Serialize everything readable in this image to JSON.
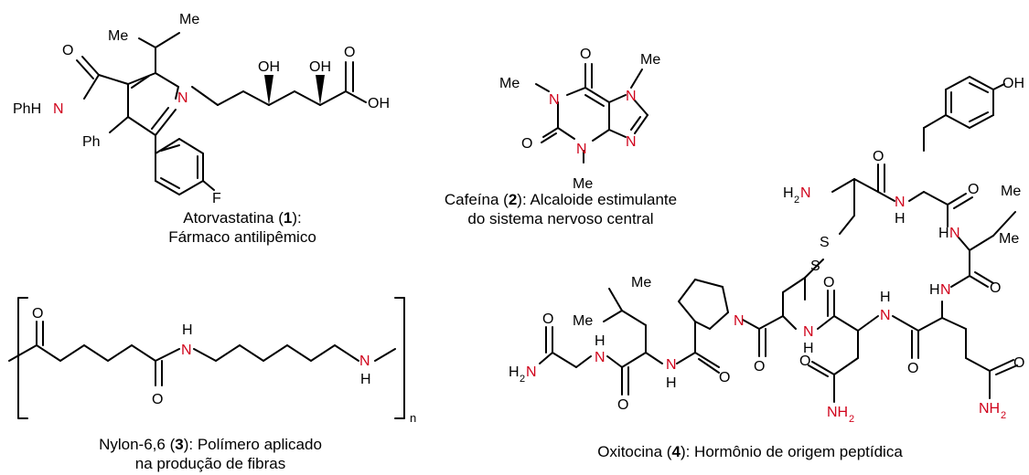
{
  "colors": {
    "bond": "#000000",
    "heteroatom_n": "#d0021b",
    "label": "#000000"
  },
  "molecules": [
    {
      "id": "atorvastatina",
      "name": "Atorvastatina",
      "number": "1",
      "caption_line1_suffix": "):",
      "caption_line2": "Fármaco antilipêmico",
      "atoms": {
        "me": "Me",
        "oh1": "OH",
        "oh2": "OH",
        "o_acid": "O",
        "oh_acid": "OH",
        "o_amide": "O",
        "ph_amide": "PhH",
        "n_amide": "N",
        "n_ring": "N",
        "ph": "Ph",
        "f": "F"
      }
    },
    {
      "id": "cafeina",
      "name": "Cafeína",
      "number": "2",
      "caption_line1_suffix": "): Alcaloide estimulante",
      "caption_line2": "do sistema nervoso central",
      "atoms": {
        "me1": "Me",
        "me7": "Me",
        "me3": "Me",
        "o6": "O",
        "o2": "O",
        "n1": "N",
        "n3": "N",
        "n7": "N",
        "n9": "N"
      }
    },
    {
      "id": "nylon",
      "name": "Nylon-6,6",
      "number": "3",
      "caption_line1_suffix": "): Polímero aplicado",
      "caption_line2": "na produção de fibras",
      "atoms": {
        "o1": "O",
        "o2": "O",
        "nh_top_h": "H",
        "nh_top_n": "N",
        "nh_end_n": "N",
        "nh_end_h": "H",
        "repeat": "n"
      }
    },
    {
      "id": "oxitocina",
      "name": "Oxitocina",
      "number": "4",
      "caption_line1_suffix": "): Hormônio de origem peptídica",
      "atoms": {
        "h2n": "H",
        "h2n_sub": "2",
        "h2n_n": "N",
        "oh": "OH",
        "me_a": "Me",
        "me_b": "Me",
        "me_leu": "Me",
        "me_leu2": "Me",
        "s1": "S",
        "s2": "S",
        "o": "O",
        "n": "N",
        "h": "H",
        "nh2": "NH",
        "nh2_sub": "2",
        "h2n_gly": "H",
        "h2n_gly_sub": "2"
      }
    }
  ]
}
